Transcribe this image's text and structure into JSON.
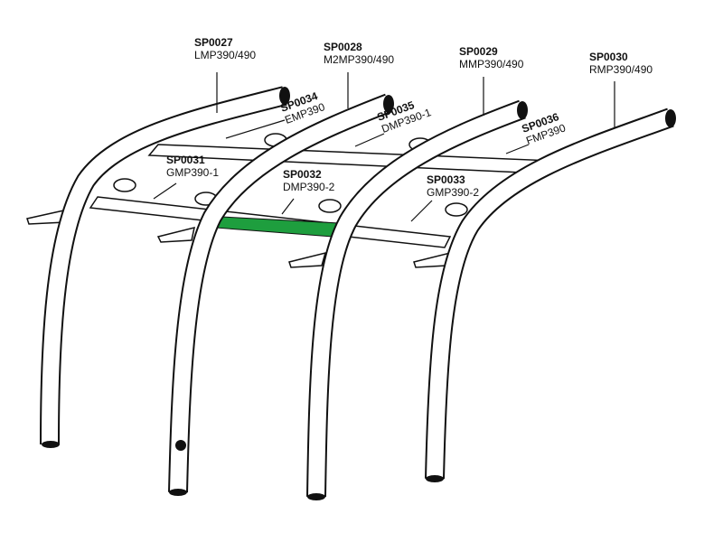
{
  "parts": [
    {
      "code": "SP0027",
      "name": "LMP390/490"
    },
    {
      "code": "SP0028",
      "name": "M2MP390/490"
    },
    {
      "code": "SP0029",
      "name": "MMP390/490"
    },
    {
      "code": "SP0030",
      "name": "RMP390/490"
    },
    {
      "code": "SP0034",
      "name": "EMP390"
    },
    {
      "code": "SP0035",
      "name": "DMP390-1"
    },
    {
      "code": "SP0036",
      "name": "FMP390"
    },
    {
      "code": "SP0031",
      "name": "GMP390-1"
    },
    {
      "code": "SP0032",
      "name": "DMP390-2"
    },
    {
      "code": "SP0033",
      "name": "GMP390-2"
    }
  ],
  "highlight_color": "#1e9e3e"
}
